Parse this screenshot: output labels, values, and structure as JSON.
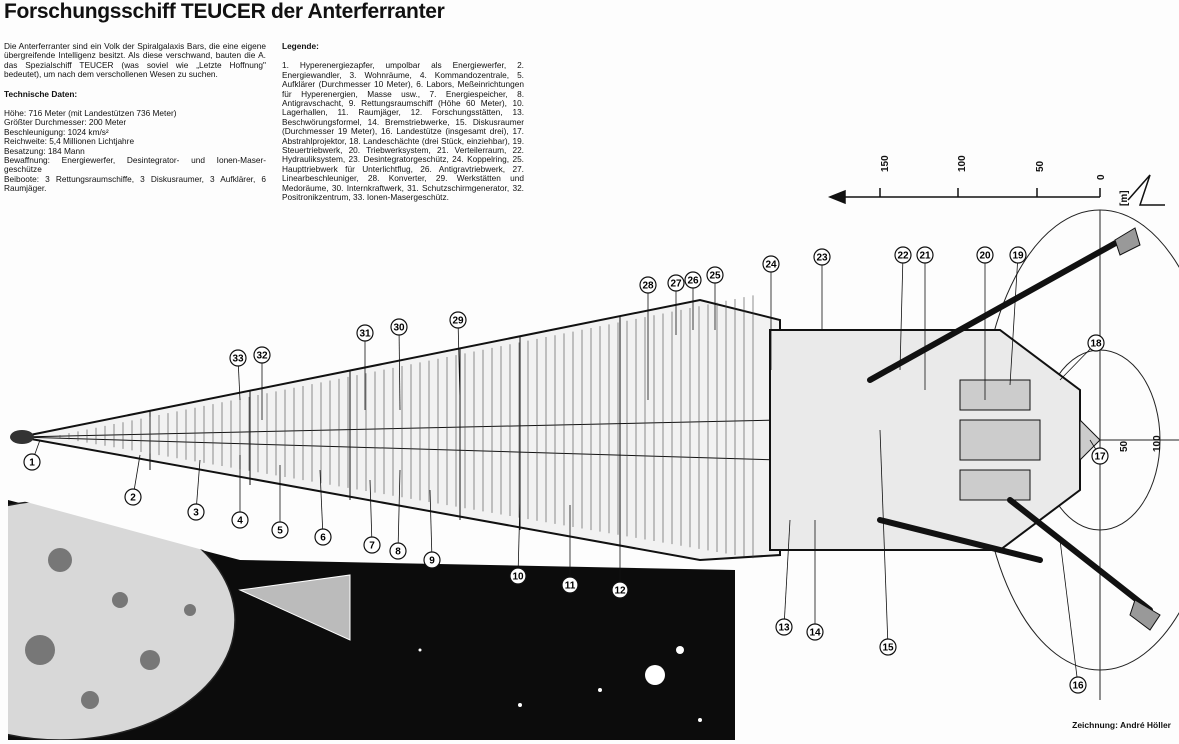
{
  "title": "Forschungsschiff TEUCER der Anterferranter",
  "intro": "Die Anterferranter sind ein Volk der Spiralgalaxis Bars, die eine eigene übergreifende Intelligenz besitzt. Als diese verschwand, bauten die A. das Spezialschiff TEUCER (was soviel wie „Letzte Hoffnung\" bedeutet), um nach dem verschollenen Wesen zu suchen.",
  "tech": {
    "heading": "Technische Daten:",
    "lines": [
      "Höhe: 716 Meter (mit Landestützen 736 Meter)",
      "Größter Durchmesser: 200 Meter",
      "Beschleunigung: 1024 km/s²",
      "Reichweite: 5,4 Millionen Lichtjahre",
      "Besatzung: 184 Mann",
      "Bewaffnung: Energiewerfer, Desintegrator- und Ionen-Maser-geschütze",
      "Beiboote: 3 Rettungsraumschiffe, 3 Diskusraumer, 3 Aufklärer, 6 Raumjäger."
    ]
  },
  "legend": {
    "heading": "Legende:",
    "text": "1. Hyperenergiezapfer, umpolbar als Energiewerfer, 2. Energiewandler, 3. Wohnräume, 4. Kommandozentrale, 5. Aufklärer (Durchmesser 10 Meter), 6. Labors, Meßeinrichtungen für Hyperenergien, Masse usw., 7. Energiespeicher, 8. Antigravschacht, 9. Rettungsraumschiff (Höhe 60 Meter), 10. Lagerhallen, 11. Raumjäger, 12. Forschungsstätten, 13. Beschwörungsformel, 14. Bremstriebwerke, 15. Diskusraumer (Durchmesser 19 Meter), 16. Landestütze (insgesamt drei), 17. Abstrahlprojektor, 18. Landeschächte (drei Stück, einziehbar), 19. Steuertriebwerk, 20. Triebwerksystem, 21. Verteilerraum, 22. Hydrauliksystem, 23. Desintegratorgeschütz, 24. Koppelring, 25. Haupttriebwerk für Unterlichtflug, 26. Antigravtriebwerk, 27. Linearbeschleuniger, 28. Konverter, 29. Werkstätten und Medoräume, 30. Internkraftwerk, 31. Schutzschirmgenerator, 32. Positronikzentrum, 33. Ionen-Masergeschütz."
  },
  "scale": {
    "horizontal_ticks": [
      "150",
      "100",
      "50",
      "0"
    ],
    "unit": "[m]",
    "vertical_ticks": [
      "50",
      "100"
    ]
  },
  "callouts": [
    "1",
    "2",
    "3",
    "4",
    "5",
    "6",
    "7",
    "8",
    "9",
    "10",
    "11",
    "12",
    "13",
    "14",
    "15",
    "16",
    "17",
    "18",
    "19",
    "20",
    "21",
    "22",
    "23",
    "24",
    "25",
    "26",
    "27",
    "28",
    "29",
    "30",
    "31",
    "32",
    "33"
  ],
  "credit": "Zeichnung: André Höller"
}
